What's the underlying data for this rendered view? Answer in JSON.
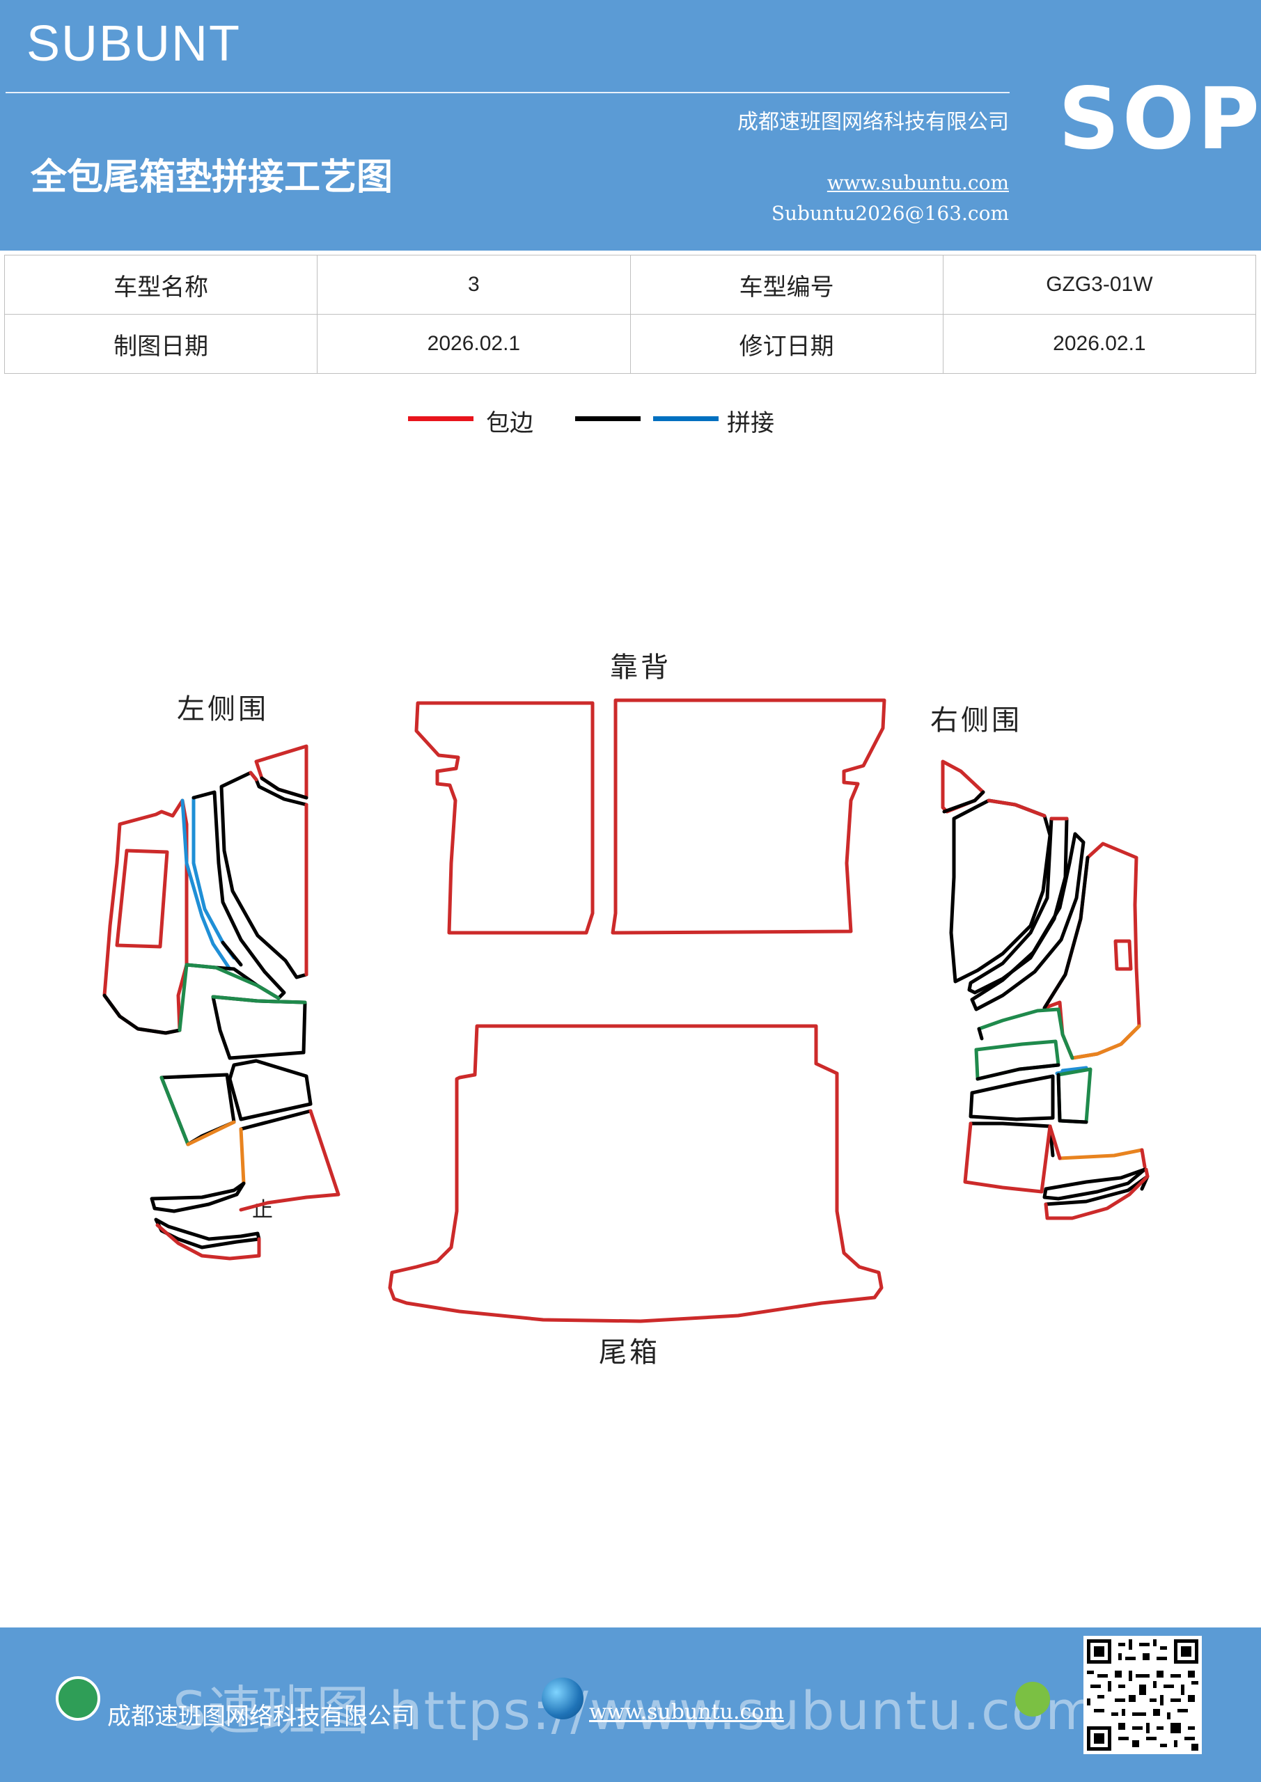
{
  "header": {
    "brand": "SUBUNT",
    "sop": "SOP",
    "company": "成都速班图网络科技有限公司",
    "title": "全包尾箱垫拼接工艺图",
    "website": "www.subuntu.com",
    "email": "Subuntu2026@163.com",
    "bg_color": "#5b9bd5"
  },
  "info_table": {
    "rows": [
      [
        "车型名称",
        "3",
        "车型编号",
        "GZG3-01W"
      ],
      [
        "制图日期",
        "2026.02.1",
        "修订日期",
        "2026.02.1"
      ]
    ]
  },
  "legend": {
    "items": [
      {
        "label": "包边",
        "colors": [
          "#e8141c"
        ]
      },
      {
        "label": "拼接",
        "colors": [
          "#000000",
          "#0070c0"
        ]
      }
    ]
  },
  "diagram": {
    "labels": {
      "left_side": "左侧围",
      "backrest": "靠背",
      "right_side": "右侧围",
      "trunk": "尾箱",
      "mark": "止"
    },
    "colors": {
      "edge": "#cc2a2a",
      "seam_black": "#000000",
      "seam_blue": "#1f8fd6",
      "seam_green": "#1f8a4c",
      "seam_orange": "#e8831f"
    }
  },
  "footer": {
    "company": "成都速班图网络科技有限公司",
    "website": "www.subuntu.com",
    "watermark": "S速班图 https://www.subuntu.com",
    "icons": [
      "building-icon",
      "globe-icon",
      "wechat-icon",
      "qr-code"
    ]
  }
}
